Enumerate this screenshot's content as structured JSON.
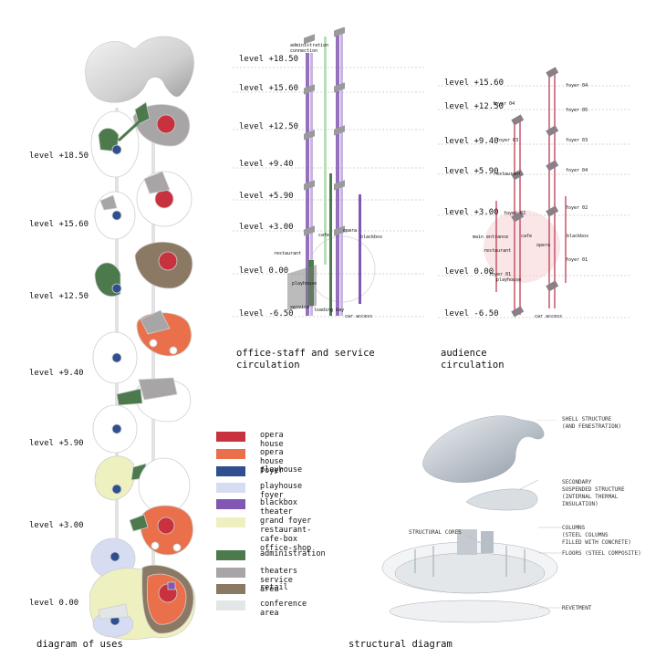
{
  "uses": {
    "caption": "diagram of uses",
    "levels": [
      "level  +18.50",
      "level  +15.60",
      "level  +12.50",
      "level   +9.40",
      "level   +5.90",
      "level   +3.00",
      "level   0.00"
    ]
  },
  "staff": {
    "caption": "office-staff and service\ncirculation",
    "levels": [
      "level  +18.50",
      "level  +15.60",
      "level  +12.50",
      "level   +9.40",
      "level  +5.90",
      "level  +3.00",
      "level   0.00",
      "level  -6.50"
    ],
    "labels": [
      "administration\nconnection",
      "restaurant",
      "cafe",
      "opera",
      "blackbox",
      "playhouse",
      "service",
      "loading bay",
      "car access"
    ]
  },
  "audience": {
    "caption": "audience\ncirculation",
    "levels": [
      "level  +15.60",
      "level  +12.50",
      "level  +9.40",
      "level  +5.90",
      "level  +3.00",
      "level   0.00",
      "level  -6.50"
    ],
    "labels": [
      "foyer 04",
      "foyer 05",
      "foyer 04",
      "foyer 03",
      "foyer 04",
      "foyer 03",
      "restaurant",
      "foyer 02",
      "foyer 02",
      "main entrance",
      "cafe",
      "blackbox",
      "restaurant",
      "opera",
      "foyer 01",
      "foyer 01",
      "playhouse",
      "car access"
    ]
  },
  "legend": [
    {
      "label": "opera house",
      "color": "#c8323f"
    },
    {
      "label": "opera house foyer",
      "color": "#e9704a"
    },
    {
      "label": "playhouse",
      "color": "#2f4f8f"
    },
    {
      "label": "playhouse foyer",
      "color": "#d6dcf2"
    },
    {
      "label": "blackbox theater",
      "color": "#8157b3"
    },
    {
      "label": "grand foyer\nrestaurant-cafe-box\noffice-shop",
      "color": "#eef0bf"
    },
    {
      "label": "administration",
      "color": "#4c7a4d"
    },
    {
      "label": "theaters service area",
      "color": "#a7a5a5"
    },
    {
      "label": "retail",
      "color": "#8b7964"
    },
    {
      "label": "conference area",
      "color": "#e3e6e6"
    }
  ],
  "structural": {
    "caption": "structural diagram",
    "labels": [
      "SHELL STRUCTURE\n(AND FENESTRATION)",
      "SECONDARY\nSUSPENDED STRUCTURE\n(INTERNAL THERMAL\nINSULATION)",
      "STRUCTURAL CORES",
      "COLUMNS\n(STEEL COLUMNS\nFILLED WITH CONCRETE)",
      "FLOORS (STEEL COMPOSITE)",
      "REVETMENT"
    ]
  }
}
